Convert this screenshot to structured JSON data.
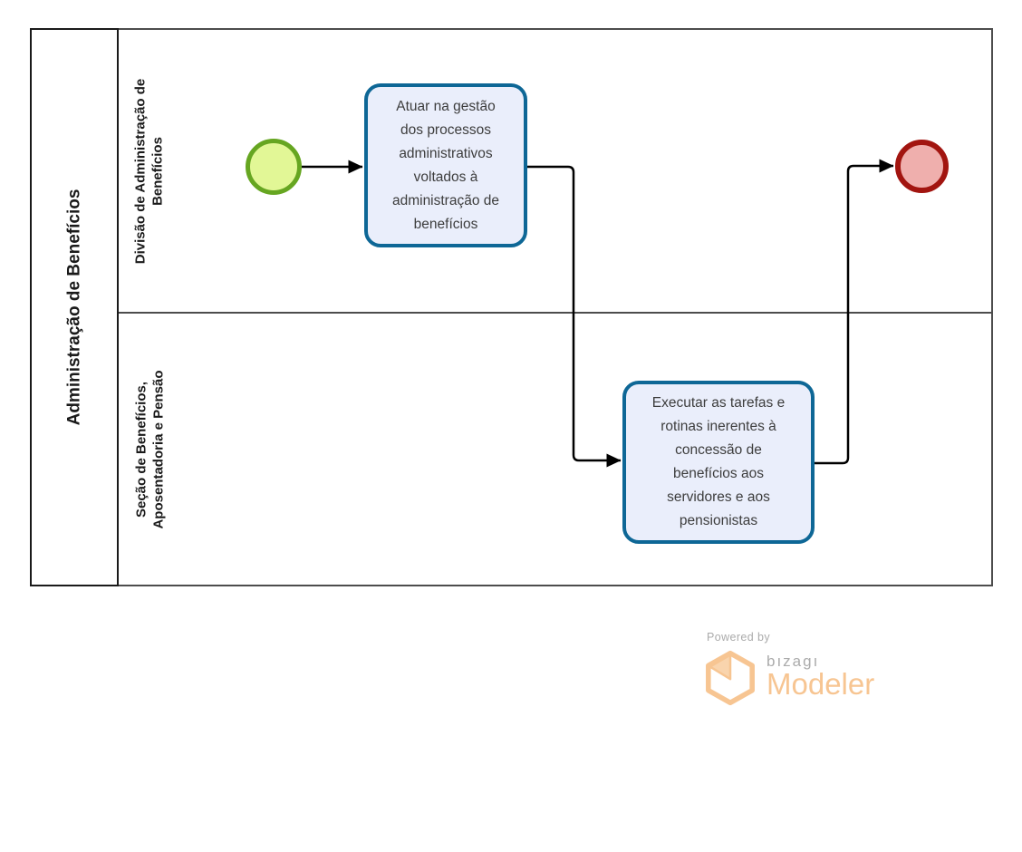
{
  "diagram": {
    "pool": {
      "title": "Administração de Benefícios",
      "lanes": [
        {
          "name": "Divisão de Administração de Benefícios",
          "label_lines": [
            "Divisão de Administração de",
            "Benefícios"
          ]
        },
        {
          "name": "Seção de Benefícios, Aposentadoria e Pensão",
          "label_lines": [
            "Seção de Benefícios,",
            "Aposentadoria e Pensão"
          ]
        }
      ]
    },
    "nodes": [
      {
        "type": "start-event",
        "lane": 0
      },
      {
        "type": "task",
        "lane": 0,
        "text": "Atuar na gestão dos processos administrativos voltados à administração de benefícios"
      },
      {
        "type": "task",
        "lane": 1,
        "text": "Executar as tarefas e rotinas inerentes à concessão de benefícios aos servidores e aos pensionistas"
      },
      {
        "type": "end-event",
        "lane": 0
      }
    ],
    "flows": [
      {
        "from": "start-event",
        "to": "task-1"
      },
      {
        "from": "task-1",
        "to": "task-2"
      },
      {
        "from": "task-2",
        "to": "end-event"
      }
    ]
  },
  "branding": {
    "powered_by": "Powered by",
    "brand": "bızagı",
    "product": "Modeler",
    "icon": "bizagi-cube-icon"
  },
  "colors": {
    "pool-border": "#1a1a1a",
    "lane-border": "#4d4d4d",
    "task-border": "#0e6796",
    "task-fill": "#eaeefb",
    "task-text": "#3d3d3d",
    "label-text": "#1a1a1a",
    "start-border": "#66a621",
    "start-fill": "#e2f796",
    "end-border": "#a21510",
    "end-fill": "#efafad",
    "connector": "#000000",
    "logo-peach": "#f7c592",
    "logo-gray": "#ababab"
  }
}
